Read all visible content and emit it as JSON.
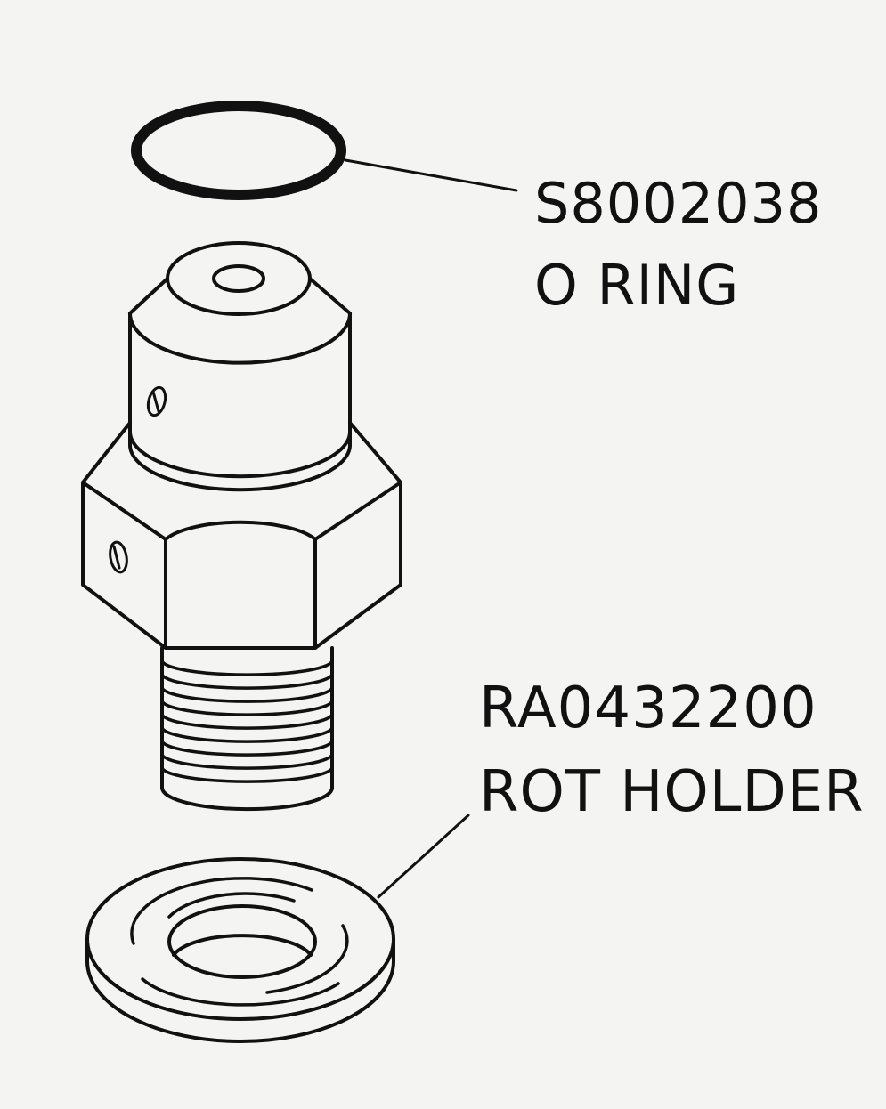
{
  "callouts": [
    {
      "part_number": "S8002038",
      "part_name": "O RING"
    },
    {
      "part_number": "RA0432200",
      "part_name": "ROT HOLDER"
    }
  ],
  "colors": {
    "background": "#f4f4f3",
    "line": "#111111"
  }
}
